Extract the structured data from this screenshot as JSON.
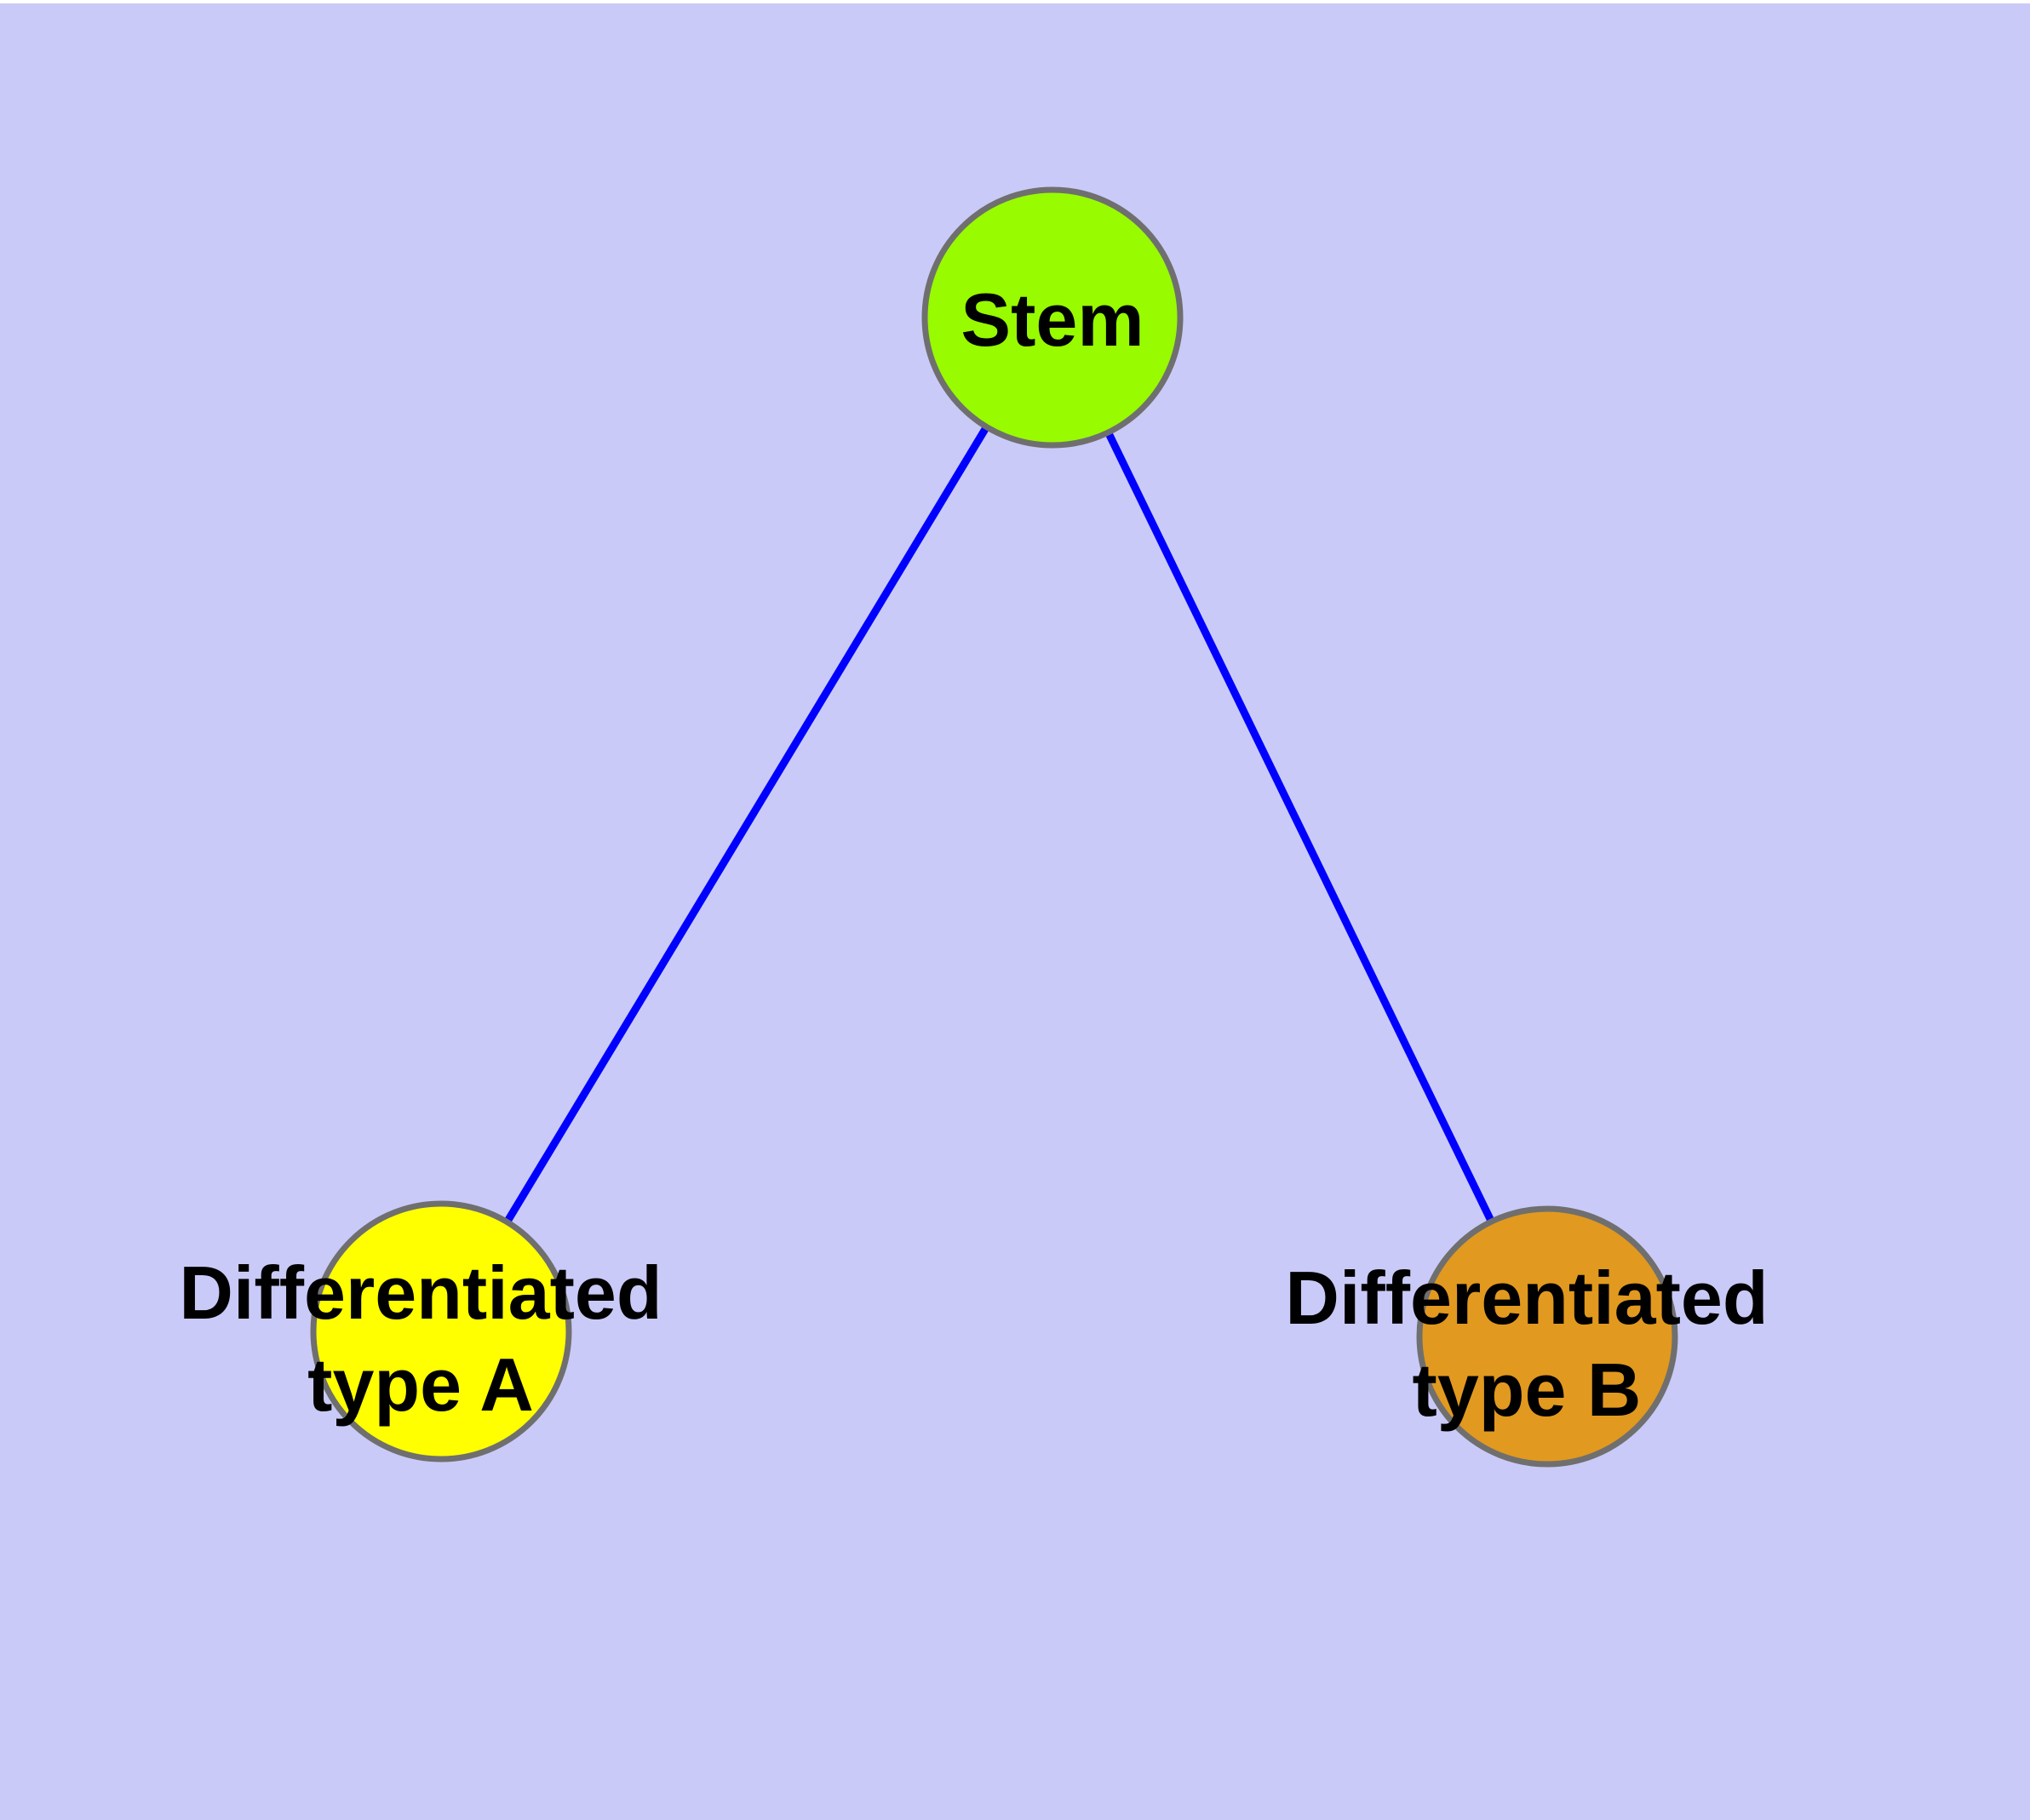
{
  "canvas": {
    "background": "#CACAF8",
    "top_strip_color": "#FFFFFF"
  },
  "styles": {
    "edge_color": "#0000FF",
    "node_border_color": "#6F6F6F",
    "label_color": "#000000"
  },
  "nodes": {
    "stem": {
      "label": "Stem",
      "fill": "#98FB00"
    },
    "type_a": {
      "label_line1": "Differentiated",
      "label_line2": "type A",
      "fill": "#FFFF00"
    },
    "type_b": {
      "label_line1": "Differentiated",
      "label_line2": "type B",
      "fill": "#E2991F"
    }
  },
  "edges": [
    {
      "from": "Stem",
      "to": "Differentiated type A"
    },
    {
      "from": "Stem",
      "to": "Differentiated type B"
    }
  ]
}
